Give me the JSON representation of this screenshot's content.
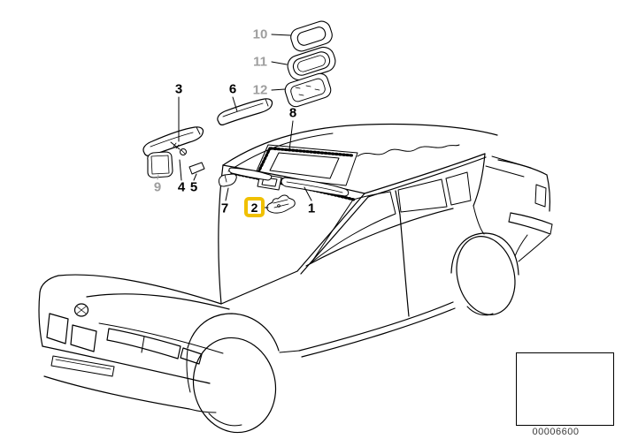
{
  "diagram": {
    "kind": "exploded-parts-diagram",
    "highlight_color": "#F0C000",
    "muted_label_color": "#9E9E9E",
    "line_color": "#000000",
    "highlighted_callout": "2",
    "callouts": {
      "c1": {
        "label": "1",
        "muted": false,
        "highlighted": false
      },
      "c2": {
        "label": "2",
        "muted": false,
        "highlighted": true
      },
      "c3": {
        "label": "3",
        "muted": false,
        "highlighted": false
      },
      "c4": {
        "label": "4",
        "muted": false,
        "highlighted": false
      },
      "c5": {
        "label": "5",
        "muted": false,
        "highlighted": false
      },
      "c6": {
        "label": "6",
        "muted": false,
        "highlighted": false
      },
      "c7": {
        "label": "7",
        "muted": false,
        "highlighted": false
      },
      "c8": {
        "label": "8",
        "muted": false,
        "highlighted": false
      },
      "c9": {
        "label": "9",
        "muted": true,
        "highlighted": false
      },
      "c10": {
        "label": "10",
        "muted": true,
        "highlighted": false
      },
      "c11": {
        "label": "11",
        "muted": true,
        "highlighted": false
      },
      "c12": {
        "label": "12",
        "muted": true,
        "highlighted": false
      }
    },
    "thumbnail": {
      "code": "00006600"
    }
  }
}
